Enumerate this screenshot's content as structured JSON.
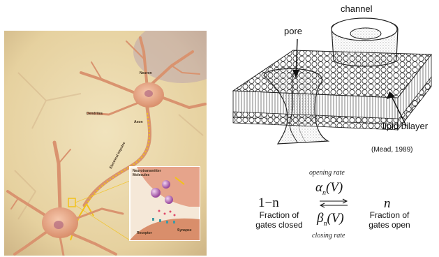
{
  "neuron_illustration": {
    "labels": {
      "neuron": "Neuron",
      "dendrites": "Dendrites",
      "axon": "Axon",
      "electrical_impulse": "Electrical impulse",
      "neurotransmitter": "Neurotransmitter Molecules",
      "receptor": "Receptor",
      "synapse": "Synapse"
    },
    "colors": {
      "background": "#e8d6a8",
      "cell": "#e7a887",
      "cell_dark": "#c9805f",
      "impulse": "#f2c21a"
    }
  },
  "channel_diagram": {
    "labels": {
      "channel": "channel",
      "pore": "pore",
      "lipid_bilayer": "lipid bilayer"
    },
    "citation": "(Mead, 1989)"
  },
  "gating_equation": {
    "left_state": "1−n",
    "right_state": "n",
    "opening_rate_label": "opening rate",
    "opening_alpha": "α",
    "opening_sub": "n",
    "opening_arg": "(V)",
    "closing_rate_label": "closing rate",
    "closing_beta": "β",
    "closing_sub": "n",
    "closing_arg": "(V)",
    "left_caption": [
      "Fraction of",
      "gates closed"
    ],
    "right_caption": [
      "Fraction of",
      "gates open"
    ]
  }
}
